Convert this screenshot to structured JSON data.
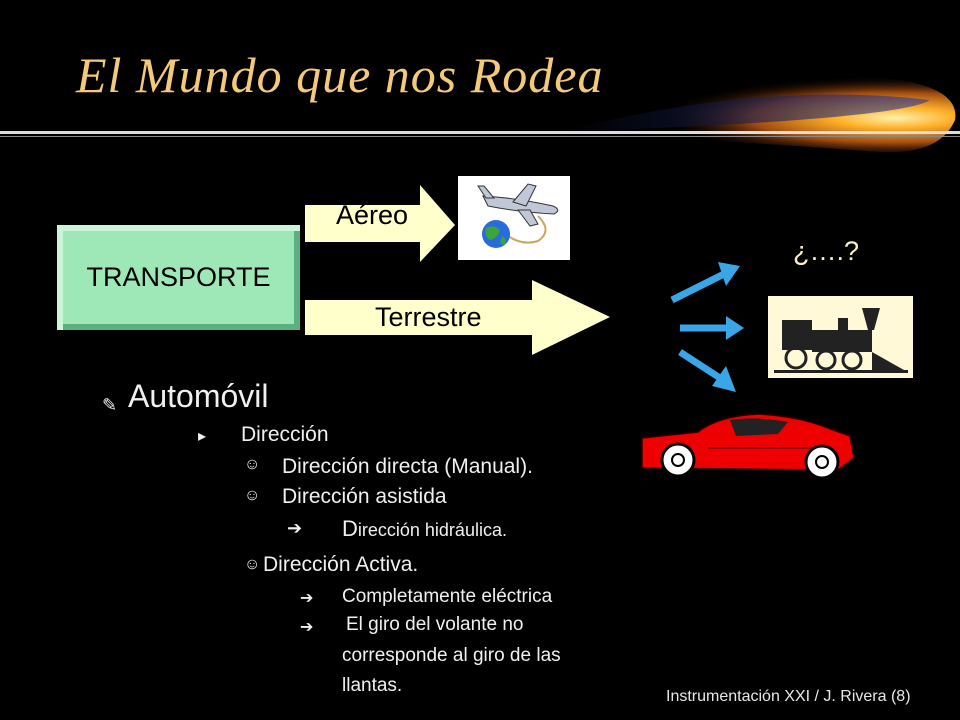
{
  "slide": {
    "title": "El Mundo que nos Rodea",
    "footer": "Instrumentación XXI / J. Rivera (8)"
  },
  "diagram": {
    "transport": "TRANSPORTE",
    "aereo": "Aéreo",
    "terrestre": "Terrestre",
    "question": "¿….?"
  },
  "outline": {
    "level1": "Automóvil",
    "level2": "Dirección",
    "items": [
      "Dirección directa (Manual).",
      "Dirección asistida"
    ],
    "hidraulica_cap": "D",
    "hidraulica_rest": "irección hidráulica.",
    "activa": "Dirección Activa.",
    "sub": [
      "Completamente eléctrica",
      "El giro del volante no",
      "corresponde al giro  de las",
      "llantas."
    ]
  },
  "colors": {
    "title": "#f5c97a",
    "box": "#9ee8b8",
    "arrow": "#ffffcc",
    "accent_arrow": "#3aa6e8",
    "car": "#ee0000"
  }
}
